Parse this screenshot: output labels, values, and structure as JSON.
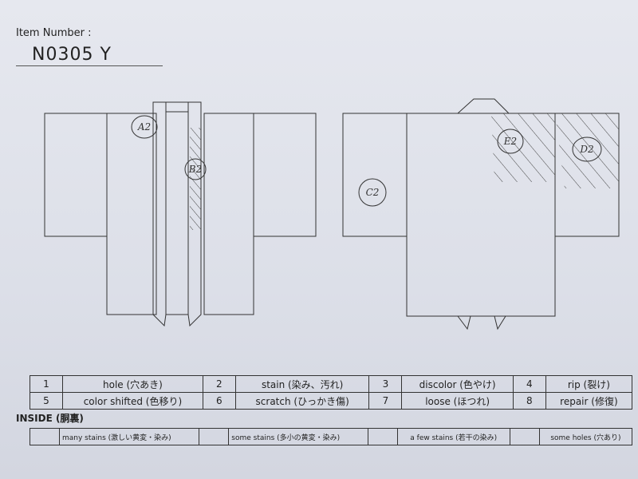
{
  "header": {
    "item_number_label": "Item Number :",
    "item_number_value": "N0305   Y"
  },
  "diagram": {
    "front": {
      "marks": [
        {
          "id": "A2",
          "text": "A2"
        },
        {
          "id": "B2",
          "text": "B2"
        }
      ]
    },
    "back": {
      "marks": [
        {
          "id": "C2",
          "text": "C2"
        },
        {
          "id": "E2",
          "text": "E2"
        },
        {
          "id": "D2",
          "text": "D2"
        }
      ]
    }
  },
  "defects": {
    "rows": [
      [
        {
          "num": "1",
          "label": "hole (穴あき)"
        },
        {
          "num": "2",
          "label": "stain (染み、汚れ)"
        },
        {
          "num": "3",
          "label": "discolor (色やけ)"
        },
        {
          "num": "4",
          "label": "rip (裂け)"
        }
      ],
      [
        {
          "num": "5",
          "label": "color shifted (色移り)"
        },
        {
          "num": "6",
          "label": "scratch (ひっかき傷)"
        },
        {
          "num": "7",
          "label": "loose (ほつれ)"
        },
        {
          "num": "8",
          "label": "repair (修復)"
        }
      ]
    ]
  },
  "inside": {
    "title": "INSIDE (胴裏)",
    "items": [
      {
        "label": "many stains (激しい黄変・染み)"
      },
      {
        "label": "some stains (多小の黄変・染み)"
      },
      {
        "label": "a few stains (若干の染み)"
      },
      {
        "label": "some holes (穴あり)"
      }
    ]
  }
}
